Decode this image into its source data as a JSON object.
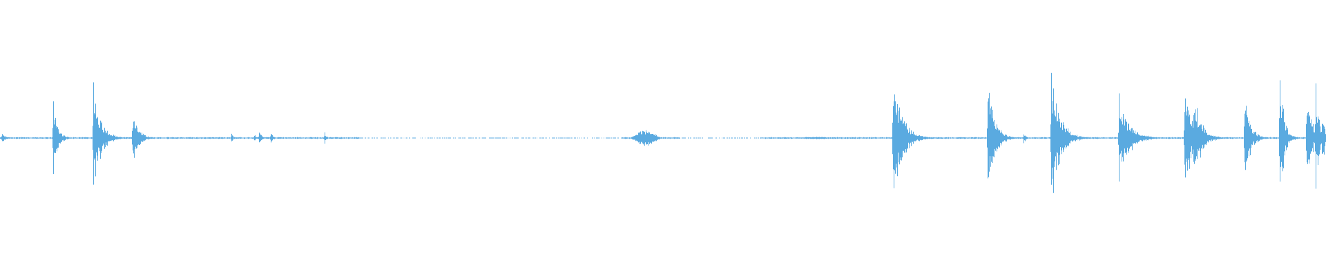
{
  "waveform": {
    "color": "#5aaae0",
    "background": "#ffffff",
    "duration_s": 1920,
    "peak_range": [
      -1,
      1
    ],
    "baseline_amplitude": 0.004,
    "bursts": [
      {
        "t": 3,
        "amp": 0.04,
        "decay": 4
      },
      {
        "t": 77,
        "amp": 0.26,
        "decay": 6
      },
      {
        "t": 135,
        "amp": 0.38,
        "decay": 10
      },
      {
        "t": 192,
        "amp": 0.2,
        "decay": 8
      },
      {
        "t": 335,
        "amp": 0.04,
        "decay": 2
      },
      {
        "t": 368,
        "amp": 0.03,
        "decay": 2
      },
      {
        "t": 375,
        "amp": 0.06,
        "decay": 3
      },
      {
        "t": 392,
        "amp": 0.04,
        "decay": 3
      },
      {
        "t": 470,
        "amp": 0.05,
        "decay": 2
      },
      {
        "t": 1293,
        "amp": 0.5,
        "decay": 12
      },
      {
        "t": 1430,
        "amp": 0.36,
        "decay": 10
      },
      {
        "t": 1482,
        "amp": 0.04,
        "decay": 3
      },
      {
        "t": 1522,
        "amp": 0.46,
        "decay": 12
      },
      {
        "t": 1620,
        "amp": 0.3,
        "decay": 14
      },
      {
        "t": 1715,
        "amp": 0.4,
        "decay": 10
      },
      {
        "t": 1728,
        "amp": 0.34,
        "decay": 10
      },
      {
        "t": 1802,
        "amp": 0.3,
        "decay": 8
      },
      {
        "t": 1853,
        "amp": 0.48,
        "decay": 6
      },
      {
        "t": 1892,
        "amp": 0.4,
        "decay": 6
      },
      {
        "t": 1905,
        "amp": 0.36,
        "decay": 5
      },
      {
        "t": 1914,
        "amp": 0.22,
        "decay": 4
      }
    ],
    "swells": [
      {
        "start": 912,
        "end": 975,
        "amp": 0.05
      },
      {
        "start": 1150,
        "end": 1235,
        "amp": 0.008
      }
    ],
    "quiet_gaps": [
      [
        520,
        900
      ],
      [
        985,
        1100
      ]
    ]
  }
}
